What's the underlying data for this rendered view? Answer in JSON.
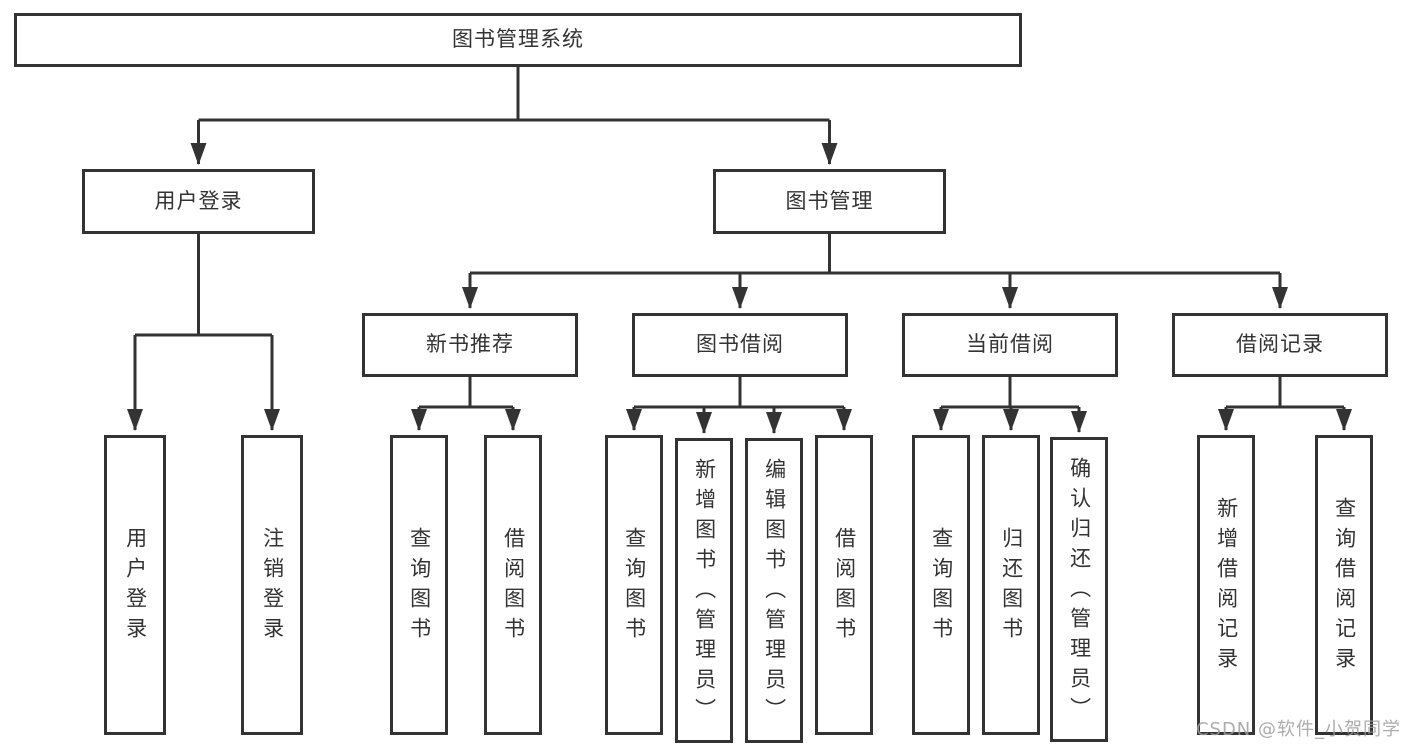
{
  "tree": {
    "label": "图书管理系统",
    "children": [
      {
        "label": "用户登录",
        "children": [
          {
            "label": "用户登录"
          },
          {
            "label": "注销登录"
          }
        ]
      },
      {
        "label": "图书管理",
        "children": [
          {
            "label": "新书推荐",
            "children": [
              {
                "label": "查询图书"
              },
              {
                "label": "借阅图书"
              }
            ]
          },
          {
            "label": "图书借阅",
            "children": [
              {
                "label": "查询图书"
              },
              {
                "label": "新增图书（管理员）"
              },
              {
                "label": "编辑图书（管理员）"
              },
              {
                "label": "借阅图书"
              }
            ]
          },
          {
            "label": "当前借阅",
            "children": [
              {
                "label": "查询图书"
              },
              {
                "label": "归还图书"
              },
              {
                "label": "确认归还（管理员）"
              }
            ]
          },
          {
            "label": "借阅记录",
            "children": [
              {
                "label": "新增借阅记录"
              },
              {
                "label": "查询借阅记录"
              }
            ]
          }
        ]
      }
    ]
  },
  "watermark": "CSDN @软件_小贺同学",
  "colors": {
    "line": "#333333",
    "box_border": "#333333",
    "text": "#333333",
    "watermark": "#9e9e9e",
    "background": "#ffffff"
  }
}
